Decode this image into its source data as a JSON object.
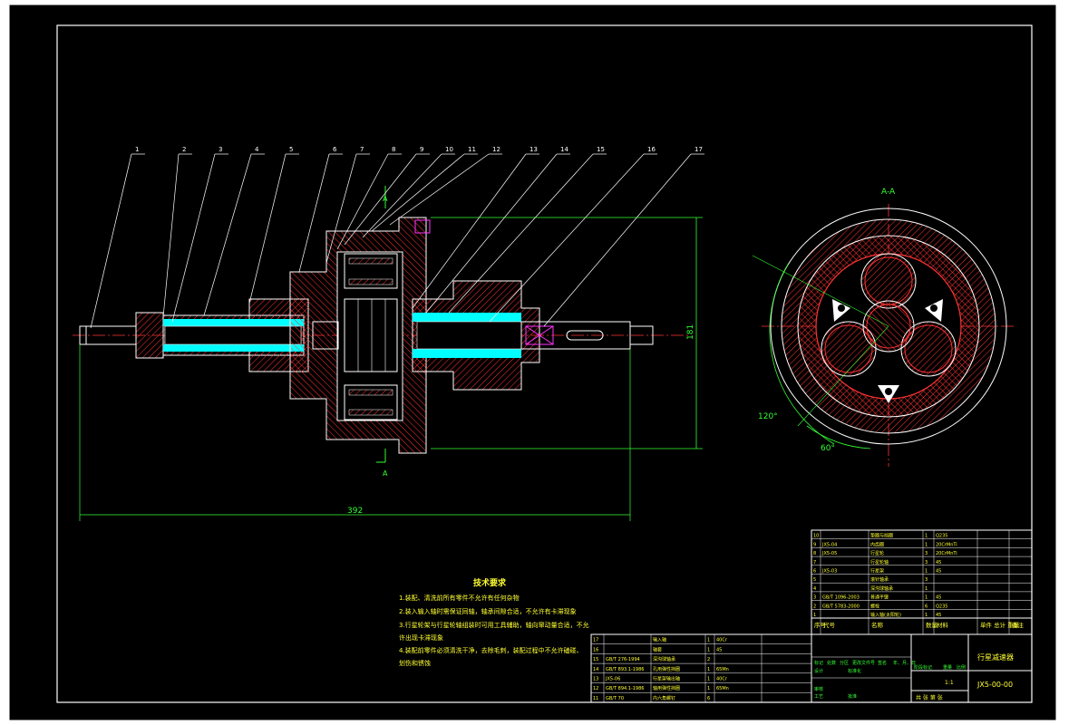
{
  "drawing": {
    "balloons": [
      "1",
      "2",
      "3",
      "4",
      "5",
      "6",
      "7",
      "8",
      "9",
      "10",
      "11",
      "12",
      "13",
      "14",
      "15",
      "16",
      "17"
    ],
    "dimensions": {
      "overall_length": "392",
      "height": "181",
      "angle_120": "120°",
      "angle_60": "60°"
    },
    "section_labels": {
      "top_marker": "A",
      "bottom_marker": "A",
      "side_view": "A-A"
    },
    "colors": {
      "background": "#000000",
      "outline": "#ffffff",
      "hatch": "#ff3333",
      "shaft_highlight": "#00ffff",
      "dimension": "#33ff33",
      "text": "#ffff33"
    }
  },
  "notes": {
    "heading": "技术要求",
    "items": [
      "1.装配、清洗前所有零件不允许有任何杂物",
      "2.装入输入轴时需保证同轴，轴承间隙合适，不允许有卡滞现象",
      "3.行星轮架与行星轮轴组装时可用工具辅助，轴向窜动量合适，不允",
      "许出现卡滞现象",
      "4.装配前零件必须清洗干净，去除毛刺，装配过程中不允许磕碰、",
      "划伤和锈蚀"
    ]
  },
  "bom_upper": {
    "header": [
      "序号",
      "代号",
      "名称",
      "数量",
      "材料",
      "单件 总计 重量",
      "备注"
    ],
    "rows": [
      [
        "10",
        "",
        "垫圈与挡圈",
        "1",
        "Q235",
        "",
        ""
      ],
      [
        "9",
        "JX5-04",
        "内齿圈",
        "1",
        "20CrMnTi",
        "",
        ""
      ],
      [
        "8",
        "JX5-05",
        "行星轮",
        "3",
        "20CrMnTi",
        "",
        ""
      ],
      [
        "7",
        "",
        "行星轮轴",
        "3",
        "45",
        "",
        ""
      ],
      [
        "6",
        "JX5-03",
        "行星架",
        "1",
        "45",
        "",
        ""
      ],
      [
        "5",
        "",
        "滚针轴承",
        "3",
        "",
        "",
        ""
      ],
      [
        "4",
        "",
        "深沟球轴承",
        "1",
        "",
        "",
        ""
      ],
      [
        "3",
        "GB/T 1096-2003",
        "普通平键",
        "1",
        "45",
        "",
        ""
      ],
      [
        "2",
        "GB/T 5783-2000",
        "螺栓",
        "6",
        "Q235",
        "",
        ""
      ],
      [
        "1",
        "",
        "输入轴(太阳轮)",
        "1",
        "45",
        "",
        ""
      ]
    ]
  },
  "bom_lower": {
    "rows": [
      [
        "17",
        "",
        "输入轴",
        "1",
        "40Cr",
        ""
      ],
      [
        "16",
        "",
        "轴套",
        "1",
        "45",
        ""
      ],
      [
        "15",
        "GB/T 276-1994",
        "深沟球轴承",
        "2",
        "",
        ""
      ],
      [
        "14",
        "GB/T 893.1-1986",
        "孔用弹性挡圈",
        "1",
        "65Mn",
        ""
      ],
      [
        "13",
        "JX5-06",
        "行星架输出轴",
        "1",
        "40Cr",
        ""
      ],
      [
        "12",
        "GB/T 894.1-1986",
        "轴用弹性挡圈",
        "1",
        "65Mn",
        ""
      ],
      [
        "11",
        "GB/T 70",
        "内六角螺钉",
        "6",
        "",
        ""
      ]
    ]
  },
  "title_block": {
    "name": "行星减速器",
    "drawing_no": "JX5-00-00",
    "scale": "1:1",
    "sheet_info": "共 张 第 张",
    "labels": [
      "标记",
      "处数",
      "分区",
      "更改文件号",
      "签名",
      "年、月、日",
      "设计",
      "标准化",
      "审核",
      "工艺",
      "批准",
      "阶段标记",
      "重量",
      "比例"
    ]
  }
}
